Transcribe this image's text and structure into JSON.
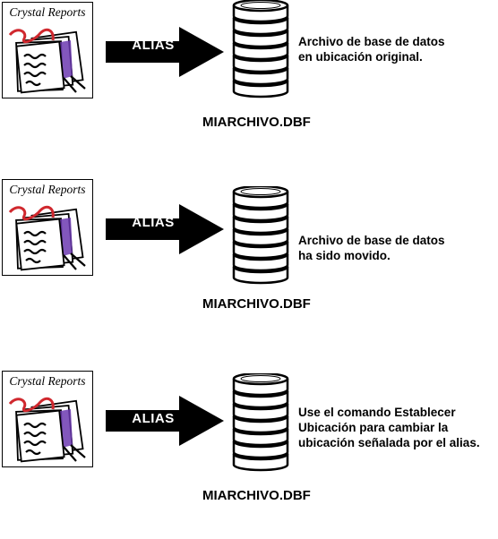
{
  "panels": [
    {
      "logo_title": "Crystal Reports",
      "arrow_label": "ALIAS",
      "description": [
        "Archivo de base de datos",
        "en ubicación original."
      ],
      "filename": "MIARCHIVO.DBF"
    },
    {
      "logo_title": "Crystal Reports",
      "arrow_label": "ALIAS",
      "description": [
        "Archivo de base de datos",
        "ha sido movido."
      ],
      "filename": "MIARCHIVO.DBF"
    },
    {
      "logo_title": "Crystal Reports",
      "arrow_label": "ALIAS",
      "description": [
        "Use el comando Establecer",
        "Ubicación para cambiar la",
        "ubicación señalada por el alias."
      ],
      "filename": "MIARCHIVO.DBF"
    }
  ],
  "colors": {
    "arrow": "#000000",
    "scribble_red": "#d0282e",
    "scribble_purple": "#6c3ab0",
    "disk_fill": "#ffffff",
    "disk_stroke": "#000000"
  },
  "icons": [
    "crystal-reports-logo-icon",
    "database-stack-icon",
    "right-arrow-icon"
  ]
}
